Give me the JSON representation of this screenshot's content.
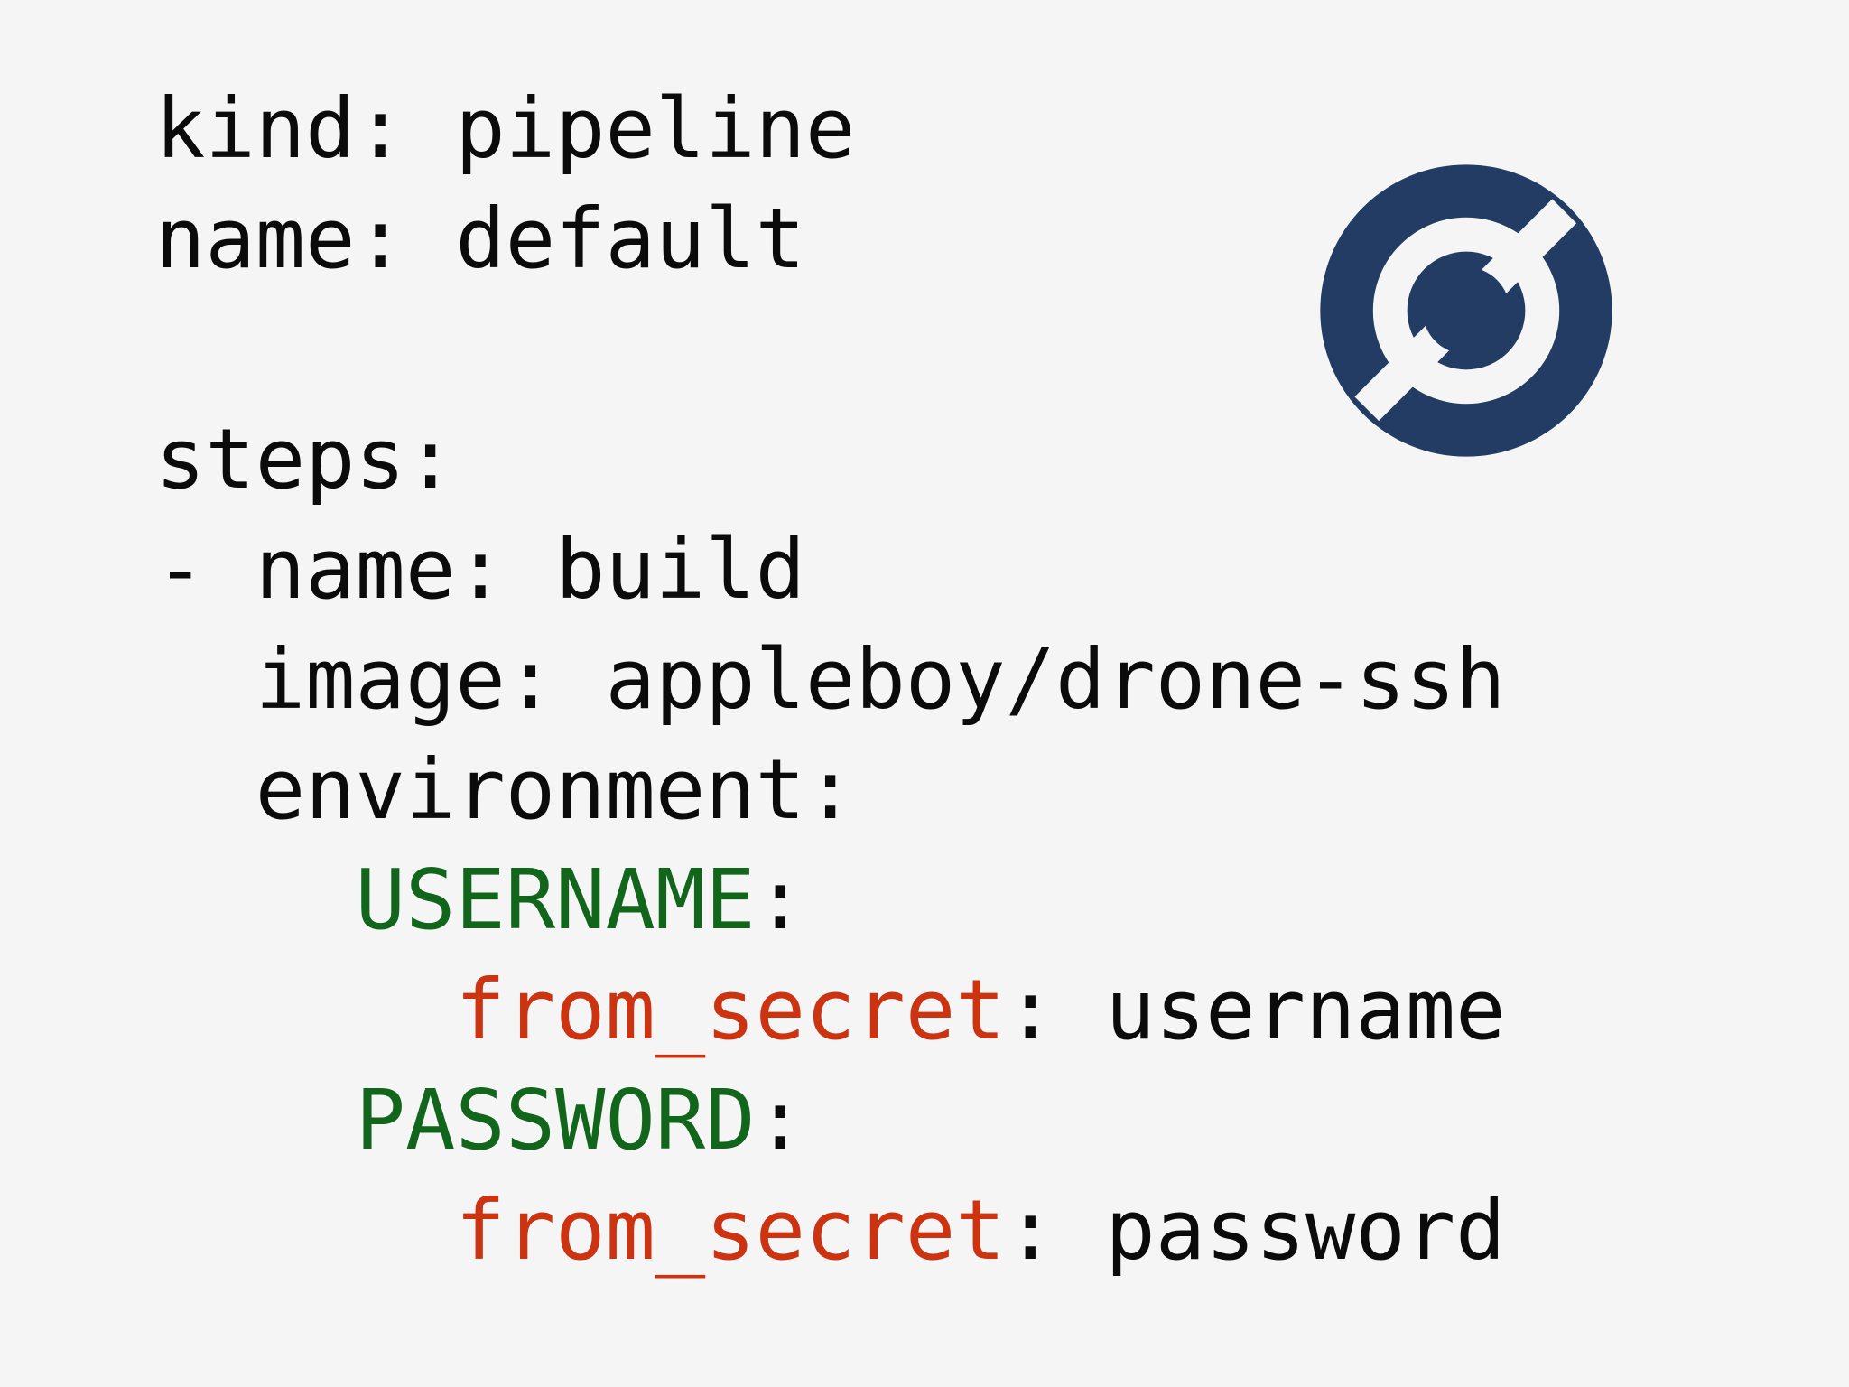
{
  "page": {
    "background_color": "#f5f5f6",
    "title": "Drone CI pipeline YAML snippet"
  },
  "colors": {
    "text": "#0b0b0b",
    "key_green": "#12661b",
    "attribute_red": "#cc3311",
    "logo_navy": "#223c63",
    "logo_cutout": "#f5f5f6"
  },
  "logo": {
    "name": "drone-ci-logo",
    "alt_text": "Drone CI logo",
    "navy": "#223c63"
  },
  "code": {
    "language": "yaml",
    "lines": [
      {
        "id": "line-kind",
        "indent": 0,
        "tokens": [
          {
            "text": "kind: pipeline",
            "style": "plain"
          }
        ],
        "plain_text": "kind: pipeline"
      },
      {
        "id": "line-name-default",
        "indent": 0,
        "tokens": [
          {
            "text": "name: default",
            "style": "plain"
          }
        ],
        "plain_text": "name: default"
      },
      {
        "id": "line-blank",
        "indent": 0,
        "tokens": [],
        "plain_text": ""
      },
      {
        "id": "line-steps",
        "indent": 0,
        "tokens": [
          {
            "text": "steps:",
            "style": "plain"
          }
        ],
        "plain_text": "steps:"
      },
      {
        "id": "line-step-name-build",
        "indent": 0,
        "tokens": [
          {
            "text": "- name: build",
            "style": "plain"
          }
        ],
        "plain_text": "- name: build"
      },
      {
        "id": "line-image",
        "indent": 2,
        "tokens": [
          {
            "text": "  image: appleboy/drone-ssh",
            "style": "plain"
          }
        ],
        "plain_text": "  image: appleboy/drone-ssh"
      },
      {
        "id": "line-environment",
        "indent": 2,
        "tokens": [
          {
            "text": "  environment:",
            "style": "plain"
          }
        ],
        "plain_text": "  environment:"
      },
      {
        "id": "line-username-key",
        "indent": 4,
        "tokens": [
          {
            "text": "    ",
            "style": "plain"
          },
          {
            "text": "USERNAME",
            "style": "key"
          },
          {
            "text": ":",
            "style": "punct"
          }
        ],
        "plain_text": "    USERNAME:"
      },
      {
        "id": "line-username-from-secret",
        "indent": 6,
        "tokens": [
          {
            "text": "      ",
            "style": "plain"
          },
          {
            "text": "from_secret",
            "style": "attr"
          },
          {
            "text": ": username",
            "style": "plain"
          }
        ],
        "plain_text": "      from_secret: username"
      },
      {
        "id": "line-password-key",
        "indent": 4,
        "tokens": [
          {
            "text": "    ",
            "style": "plain"
          },
          {
            "text": "PASSWORD",
            "style": "key"
          },
          {
            "text": ":",
            "style": "punct"
          }
        ],
        "plain_text": "    PASSWORD:"
      },
      {
        "id": "line-password-from-secret",
        "indent": 6,
        "tokens": [
          {
            "text": "      ",
            "style": "plain"
          },
          {
            "text": "from_secret",
            "style": "attr"
          },
          {
            "text": ": password",
            "style": "plain"
          }
        ],
        "plain_text": "      from_secret: password"
      }
    ]
  }
}
